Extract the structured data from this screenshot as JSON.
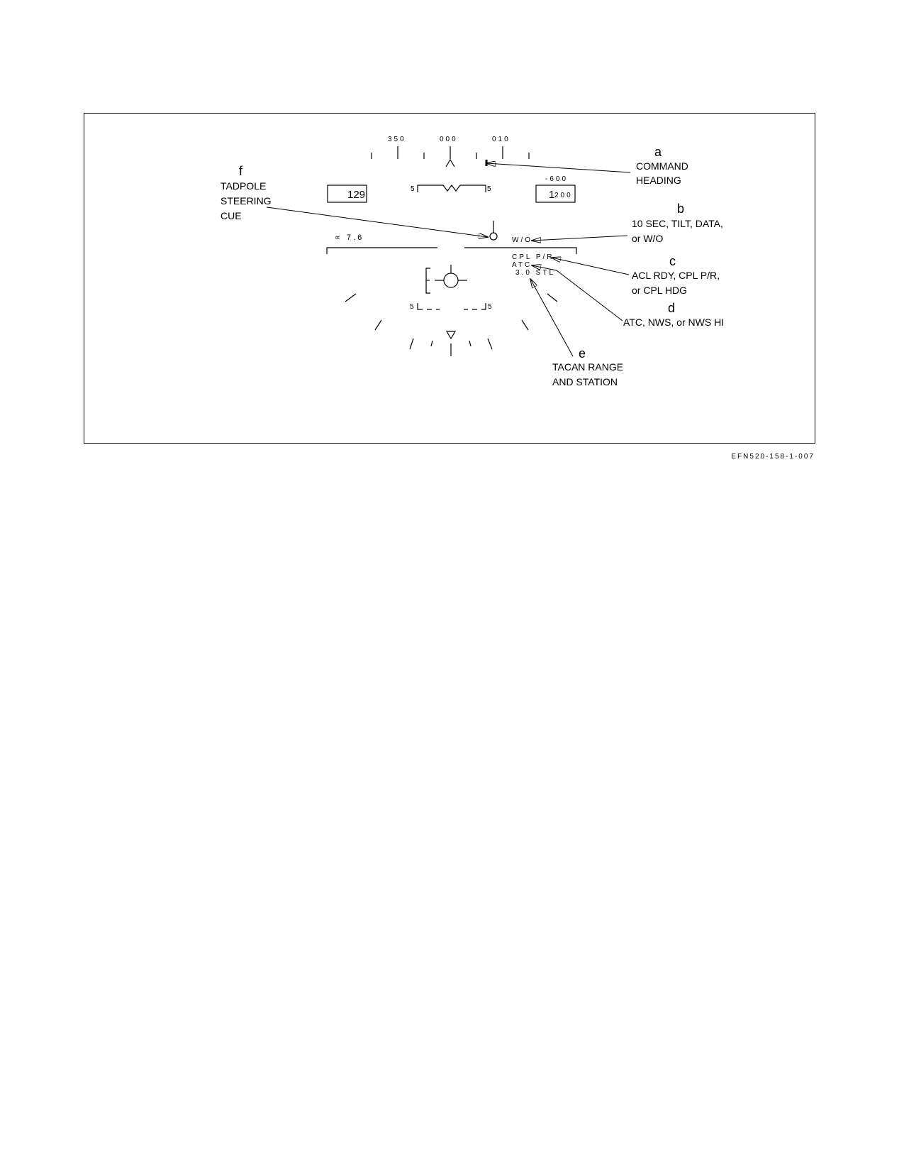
{
  "hud": {
    "heading_tape": [
      "350",
      "000",
      "010"
    ],
    "airspeed": "129",
    "vertical_velocity": "-600",
    "altitude_big": "1",
    "altitude_small": "200",
    "bank_scale_left": "5",
    "bank_scale_right": "5",
    "pitch_ladder_left": "5",
    "pitch_ladder_right": "5",
    "aoa": "∝ 7.6",
    "status_lines": [
      "W/O",
      "CPL P/R",
      "ATC",
      "3.0 STL"
    ]
  },
  "callouts": [
    {
      "letter": "a",
      "lines": [
        "COMMAND",
        "HEADING"
      ]
    },
    {
      "letter": "b",
      "lines": [
        "10 SEC, TILT, DATA,",
        "or W/O"
      ]
    },
    {
      "letter": "c",
      "lines": [
        "ACL RDY, CPL P/R,",
        "or CPL HDG"
      ]
    },
    {
      "letter": "d",
      "lines": [
        "ATC, NWS, or NWS HI"
      ]
    },
    {
      "letter": "e",
      "lines": [
        "TACAN RANGE",
        "AND STATION"
      ]
    },
    {
      "letter": "f",
      "lines": [
        "TADPOLE",
        "STEERING",
        "CUE"
      ]
    }
  ],
  "figure_id": "EFN520-158-1-007"
}
